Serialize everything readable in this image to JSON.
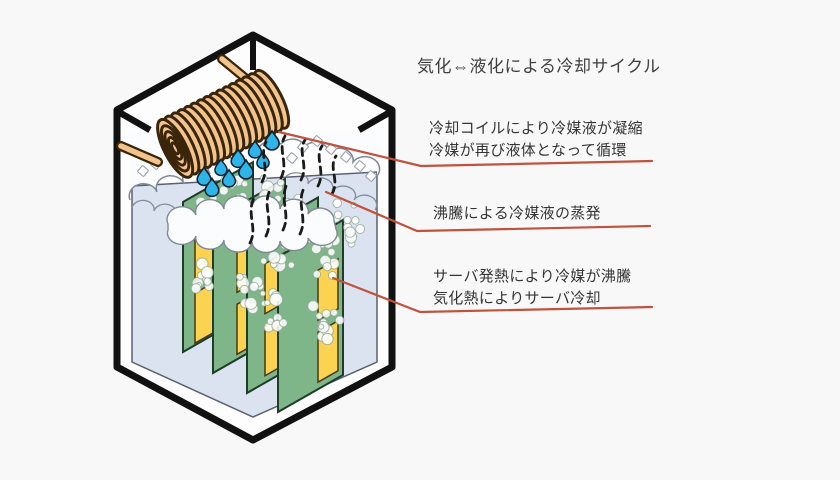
{
  "diagram": {
    "title": "気化⇔液化による冷却サイクル",
    "annotations": {
      "condense": {
        "line1": "冷却コイルにより冷媒液が凝縮",
        "line2": "冷媒が再び液体となって循環"
      },
      "evaporate": {
        "line1": "沸騰による冷媒液の蒸発"
      },
      "boil": {
        "line1": "サーバ発熱により冷媒が沸騰",
        "line2": "気化熱によりサーバ冷却"
      }
    },
    "colors": {
      "accent_red": "#c0523e",
      "tank_outline": "#111111",
      "coolant_liquid": "#dbe3f1",
      "liquid_edge": "#5a6070",
      "cloud_edge": "#808896",
      "server_board_green": "#7eb68a",
      "board_edge": "#1f3c29",
      "component_yellow": "#fcd251",
      "component_edge": "#453b12",
      "coil_copper": "#f1c48e",
      "coil_outline": "#3b250a",
      "droplet_blue": "#2fb4ea",
      "droplet_edge": "#0e2430",
      "vapor_black": "#1a1a1a",
      "text": "#3a3a3a"
    }
  }
}
